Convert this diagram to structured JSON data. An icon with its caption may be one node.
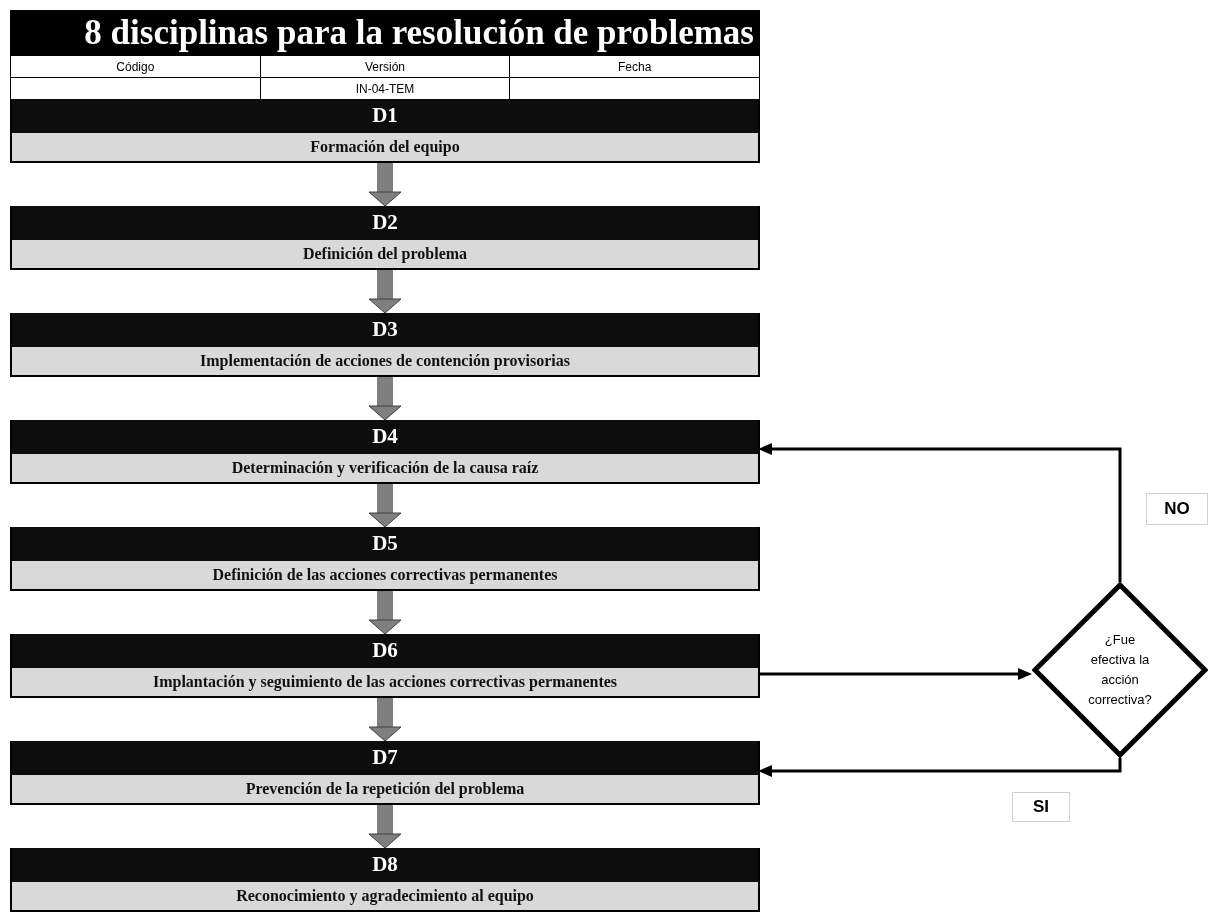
{
  "diagram": {
    "title": "8 disciplinas para la resolución de problemas",
    "nodes": [
      {
        "text": [
          "D1",
          "Formación del equipo"
        ]
      },
      {
        "text": [
          "D2",
          "Definición del problema"
        ]
      },
      {
        "text": [
          "D3",
          "Implementación de acciones de contención provisorias"
        ]
      },
      {
        "text": [
          "D4",
          "Determinación y verificación de la causa raíz"
        ]
      },
      {
        "text": [
          "D5",
          "Definición de las acciones correctivas permanentes"
        ]
      },
      {
        "text": [
          "D6",
          "Implantación y seguimiento de las acciones correctivas permanentes"
        ]
      },
      {
        "text": [
          "D7",
          "Prevención de la repetición del problema"
        ]
      },
      {
        "text": [
          "D8",
          "Reconocimiento y agradecimiento al equipo"
        ]
      },
      {
        "text": [
          "¿Fue efectiva la acción correctiva?"
        ]
      }
    ],
    "edges": [
      {
        "from": 0,
        "to": 1,
        "arrow": "to"
      },
      {
        "from": 1,
        "to": 2,
        "arrow": "to"
      },
      {
        "from": 2,
        "to": 3,
        "arrow": "to"
      },
      {
        "from": 3,
        "to": 4,
        "arrow": "to"
      },
      {
        "from": 4,
        "to": 5,
        "arrow": "to"
      },
      {
        "from": 5,
        "to": 6,
        "arrow": "to"
      },
      {
        "from": 6,
        "to": 7,
        "arrow": "to"
      },
      {
        "from": 5,
        "to": 8,
        "arrow": "to",
        "color": "#000000"
      },
      {
        "from": 8,
        "to": 3,
        "arrow": "to",
        "label": "NO",
        "color": "#000000"
      },
      {
        "from": 8,
        "to": 6,
        "arrow": "to",
        "label": "SI",
        "color": "#000000"
      }
    ],
    "labels": [
      "Código",
      "Versión",
      "Fecha",
      "IN-04-TEM"
    ]
  }
}
